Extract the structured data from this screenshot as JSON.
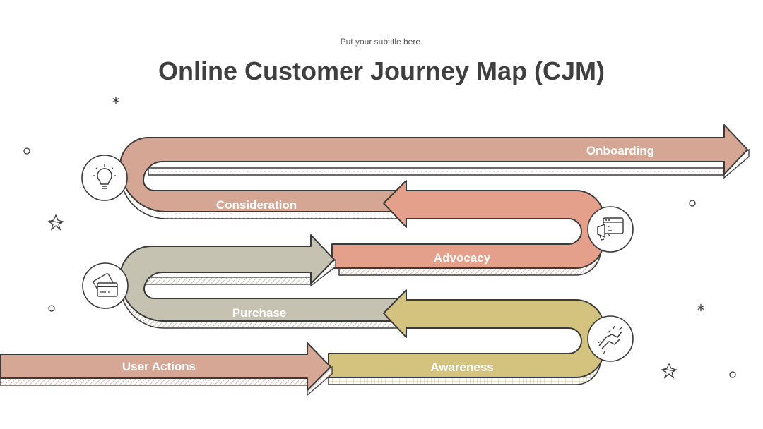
{
  "header": {
    "subtitle": "Put your subtitle here.",
    "title": "Online Customer Journey Map (CJM)"
  },
  "stages": {
    "user_actions": "User Actions",
    "awareness": "Awareness",
    "purchase": "Purchase",
    "advocacy": "Advocacy",
    "consideration": "Consideration",
    "onboarding": "Onboarding"
  },
  "icons": {
    "consideration": "lightbulb-icon",
    "advocacy": "megaphone-browser-icon",
    "purchase": "credit-card-icon",
    "awareness": "handshake-icon"
  },
  "colors": {
    "onboarding": "#D4A693",
    "advocacy": "#E4A08A",
    "purchase": "#C5C2B2",
    "awareness": "#D4C27F",
    "user_actions": "#D6A795",
    "outline": "#3a3a3a"
  }
}
